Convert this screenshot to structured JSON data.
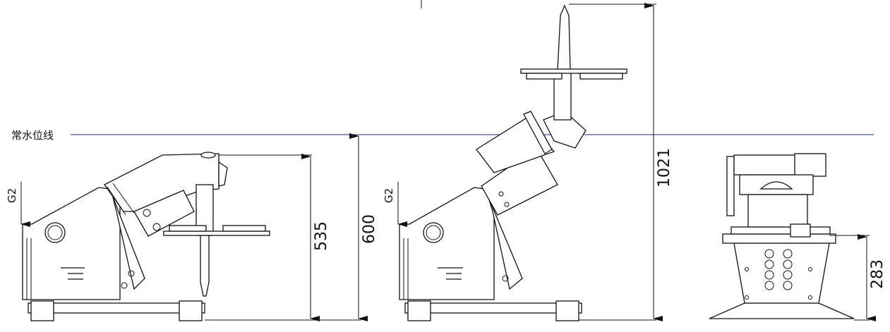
{
  "water_level": {
    "label": "常水位线"
  },
  "dimensions": {
    "g2_left": "G2",
    "g2_mid": "G2",
    "d535": "535",
    "d600": "600",
    "d1021": "1021",
    "d283": "283"
  }
}
